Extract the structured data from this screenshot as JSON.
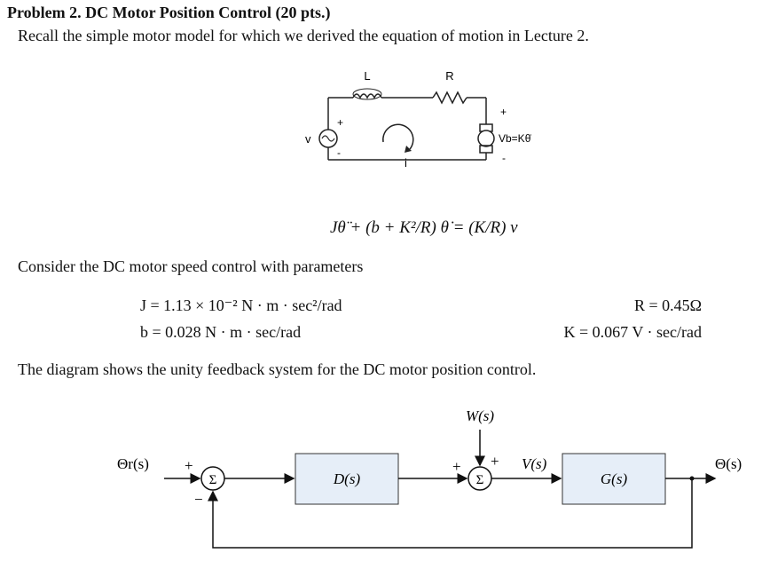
{
  "problem": {
    "title": "Problem 2. DC Motor Position Control (20 pts.)",
    "intro": "Recall the simple motor model for which we derived the equation of motion in Lecture 2."
  },
  "circuit": {
    "inductor_label": "L",
    "resistor_label": "R",
    "source_label": "v",
    "source_plus": "+",
    "source_minus": "-",
    "current_label": "i",
    "backemf_plus": "+",
    "backemf_label": "Vb=Kθ̇",
    "backemf_minus": "-"
  },
  "equation": {
    "text": "Jθ̈ + (b + K²/R) θ̇ = (K/R) v"
  },
  "params": {
    "intro": "Consider the DC motor speed control with parameters",
    "J": "J = 1.13 × 10⁻² N · m · sec²/rad",
    "b": "b = 0.028 N · m · sec/rad",
    "R": "R = 0.45Ω",
    "K": "K = 0.067 V · sec/rad"
  },
  "block_diagram": {
    "caption": "The diagram shows the unity feedback system for the DC motor position control.",
    "input_label": "Θr(s)",
    "sum1_plus": "+",
    "sum1_minus": "−",
    "sum_symbol": "Σ",
    "controller": "D(s)",
    "disturbance": "W(s)",
    "sum2_plus_left": "+",
    "sum2_plus_top": "+",
    "signal_v": "V(s)",
    "plant": "G(s)",
    "output_label": "Θ(s)"
  }
}
